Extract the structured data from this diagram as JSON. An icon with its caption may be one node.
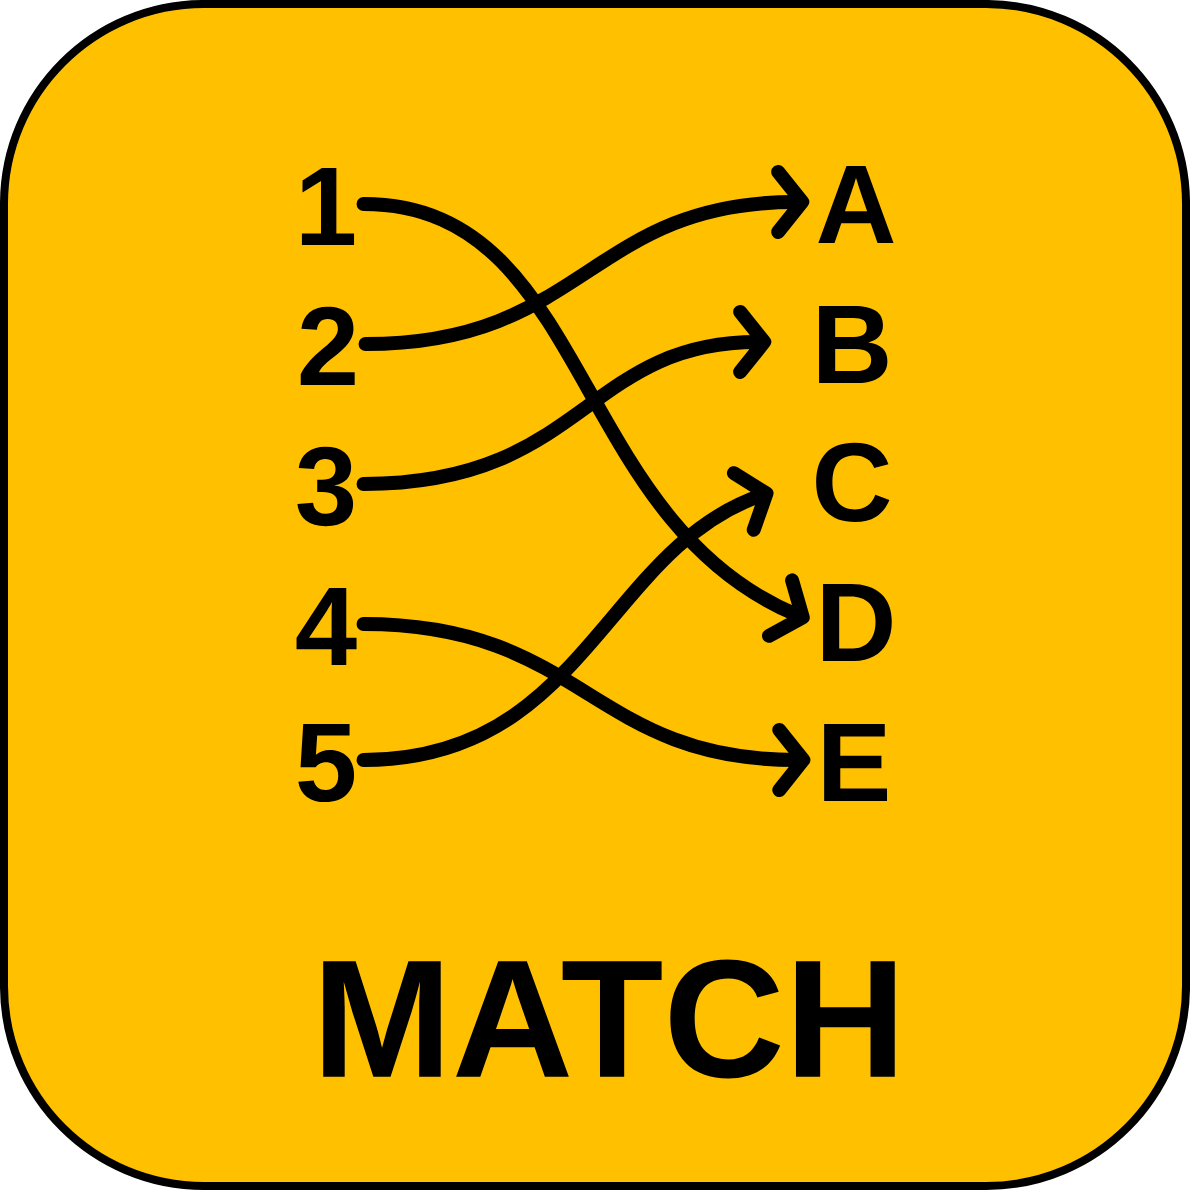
{
  "diagram": {
    "nodes": [
      {
        "text": [
          "MATCH"
        ]
      },
      {
        "text": [
          "1"
        ],
        "in": 0
      },
      {
        "text": [
          "2"
        ],
        "in": 0
      },
      {
        "text": [
          "3"
        ],
        "in": 0
      },
      {
        "text": [
          "4"
        ],
        "in": 0
      },
      {
        "text": [
          "5"
        ],
        "in": 0
      },
      {
        "text": [
          "A"
        ],
        "in": 0
      },
      {
        "text": [
          "B"
        ],
        "in": 0
      },
      {
        "text": [
          "C"
        ],
        "in": 0
      },
      {
        "text": [
          "D"
        ],
        "in": 0
      },
      {
        "text": [
          "E"
        ],
        "in": 0
      }
    ],
    "edges": [
      {
        "from": 1,
        "to": 9,
        "arrow": "to"
      },
      {
        "from": 2,
        "to": 6,
        "arrow": "to"
      },
      {
        "from": 3,
        "to": 7,
        "arrow": "to"
      },
      {
        "from": 4,
        "to": 10,
        "arrow": "to"
      },
      {
        "from": 5,
        "to": 8,
        "arrow": "to"
      }
    ]
  }
}
